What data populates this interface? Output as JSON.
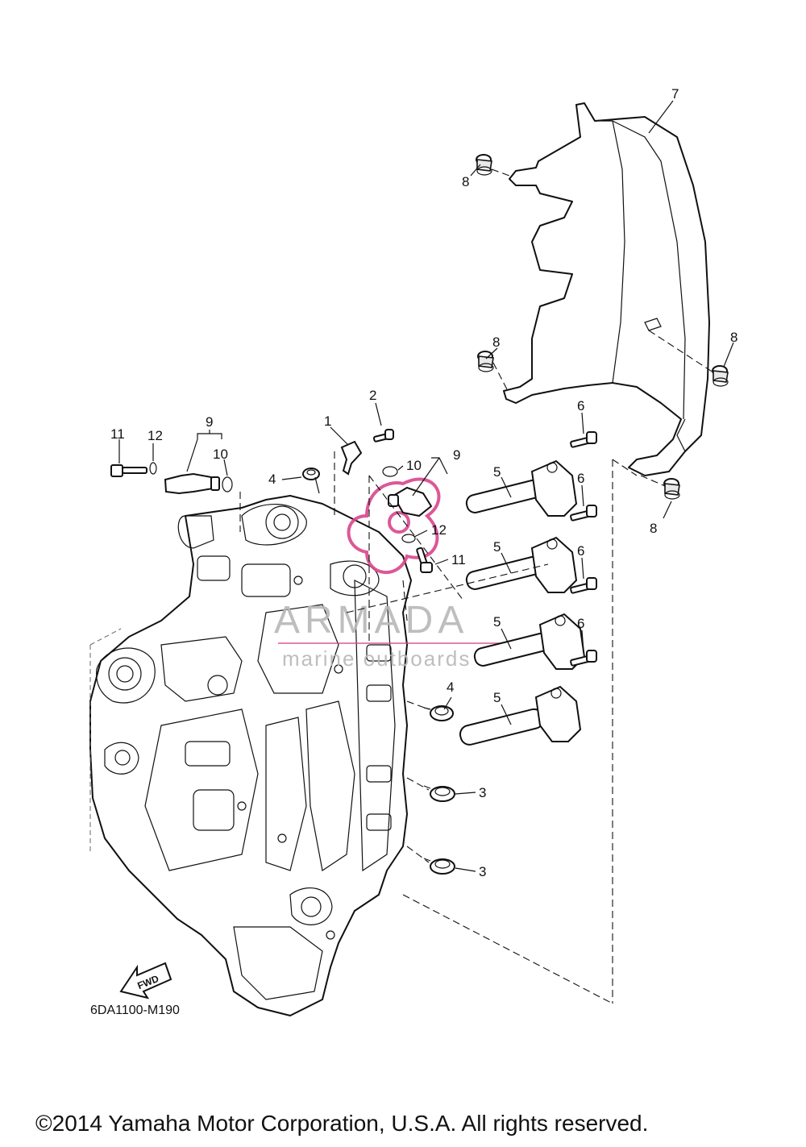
{
  "diagram": {
    "code": "6DA1100-M190",
    "copyright": "©2014 Yamaha Motor Corporation, U.S.A. All rights reserved.",
    "fwd_label": "FWD",
    "watermark": {
      "brand": "ARMADA",
      "tagline": "marine outboards",
      "color": "#d9468c",
      "text_color": "#b8b8b8"
    },
    "callouts": {
      "c1": "1",
      "c2": "2",
      "c3a": "3",
      "c3b": "3",
      "c4a": "4",
      "c4b": "4",
      "c5a": "5",
      "c5b": "5",
      "c5c": "5",
      "c5d": "5",
      "c6a": "6",
      "c6b": "6",
      "c6c": "6",
      "c6d": "6",
      "c7": "7",
      "c8a": "8",
      "c8b": "8",
      "c8c": "8",
      "c8d": "8",
      "c9a": "9",
      "c9b": "9",
      "c10a": "10",
      "c10b": "10",
      "c11a": "11",
      "c11b": "11",
      "c12a": "12",
      "c12b": "12"
    }
  }
}
